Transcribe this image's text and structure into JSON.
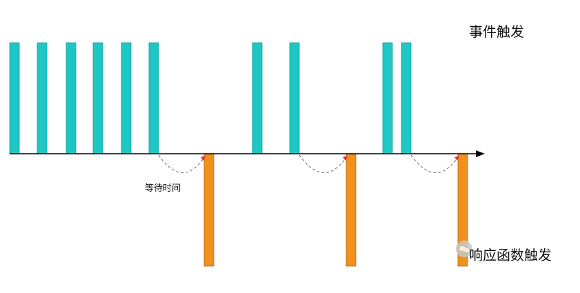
{
  "labels": {
    "event_trigger": "事件触发",
    "wait_time": "等待时间",
    "response_trigger": "响应函数触发"
  },
  "colors": {
    "event_bar": "#1fc7c4",
    "event_bar_border": "#159f9c",
    "response_bar": "#f0901e",
    "response_bar_border": "#b86a10",
    "axis": "#000000",
    "wait_arc": "#777777",
    "arrow_head": "#e03030"
  },
  "icons": {
    "watermark": "wechat-watermark-icon"
  },
  "events": {
    "count": 10
  },
  "responses": {
    "count": 3
  }
}
